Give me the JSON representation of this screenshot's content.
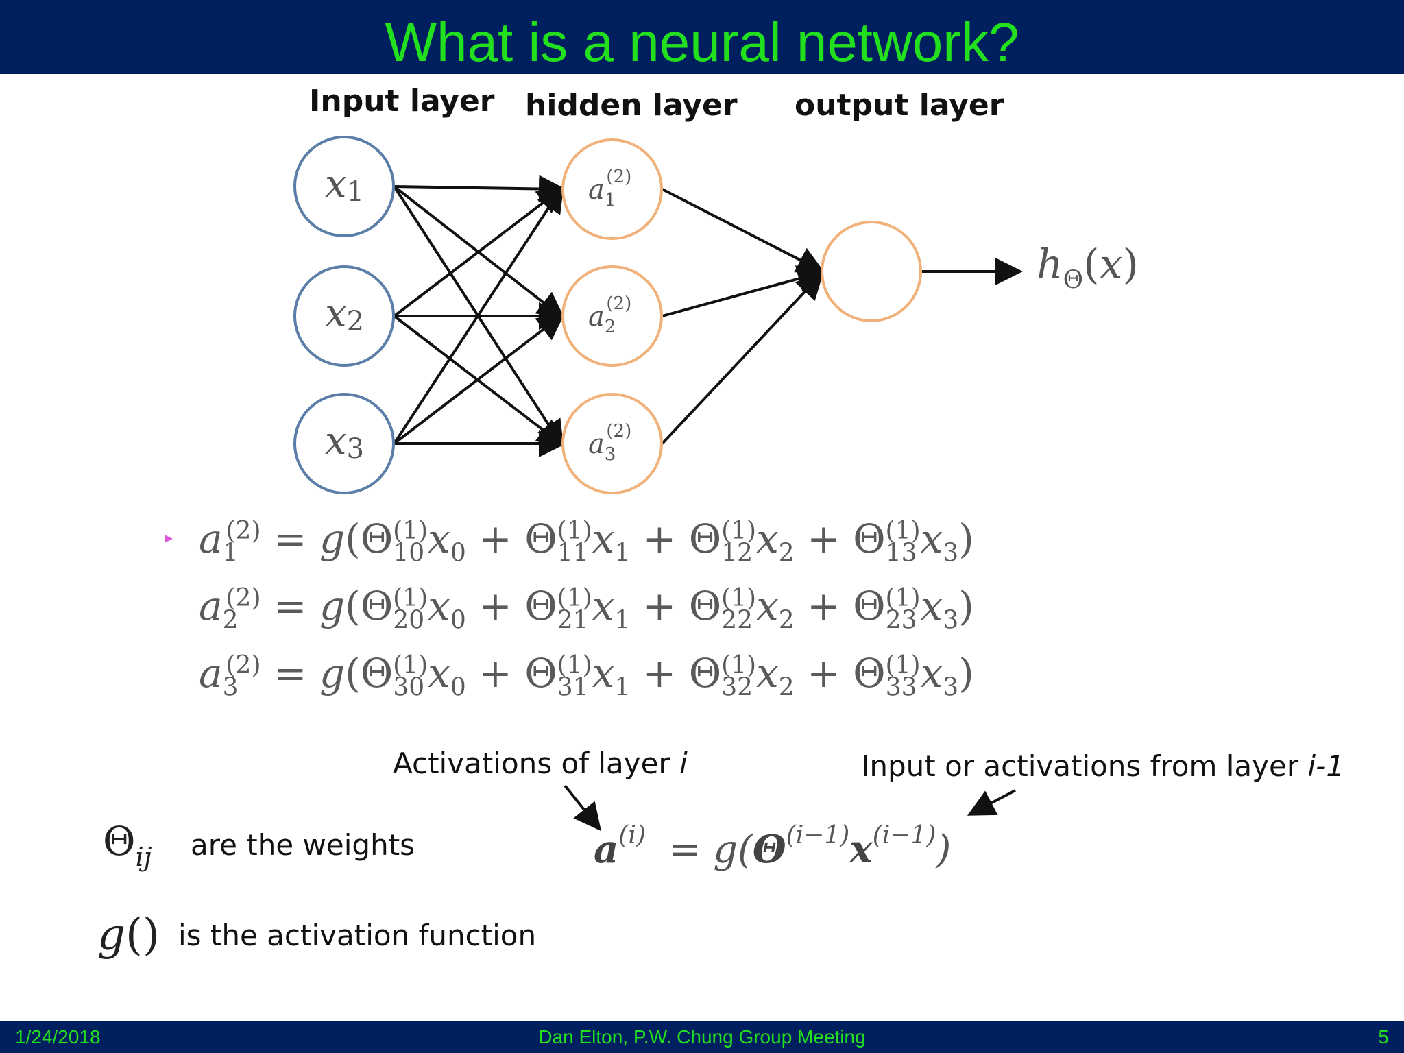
{
  "slide": {
    "title": "What is a neural network?",
    "header_color": "#001f5f",
    "title_color": "#22e01e"
  },
  "layers": {
    "input": "Input layer",
    "hidden": "hidden layer",
    "output": "output layer"
  },
  "nodes": {
    "input": [
      "x1",
      "x2",
      "x3"
    ],
    "hidden": [
      "a1(2)",
      "a2(2)",
      "a3(2)"
    ],
    "output_label": "hΘ(x)",
    "input_color": "#5a7ea8",
    "hidden_color": "#f0b27a"
  },
  "equations": [
    "a1(2) = g(Θ10(1)x0 + Θ11(1)x1 + Θ12(1)x2 + Θ13(1)x3)",
    "a2(2) = g(Θ20(1)x0 + Θ21(1)x1 + Θ22(1)x2 + Θ23(1)x3)",
    "a3(2) = g(Θ30(1)x0 + Θ31(1)x1 + Θ32(1)x2 + Θ33(1)x3)"
  ],
  "annotations": {
    "activations_prefix": "Activations of layer ",
    "activations_var": "i",
    "input_prefix": "Input or activations from layer ",
    "input_var": "i-1",
    "general_equation": "a(i) = g(Θ(i-1)x(i-1))",
    "weights_symbol": "Θij",
    "weights_text": "are the weights",
    "activation_symbol": "g()",
    "activation_text": "is the activation function"
  },
  "footer": {
    "date": "1/24/2018",
    "center": "Dan Elton, P.W. Chung Group Meeting",
    "page": "5"
  }
}
